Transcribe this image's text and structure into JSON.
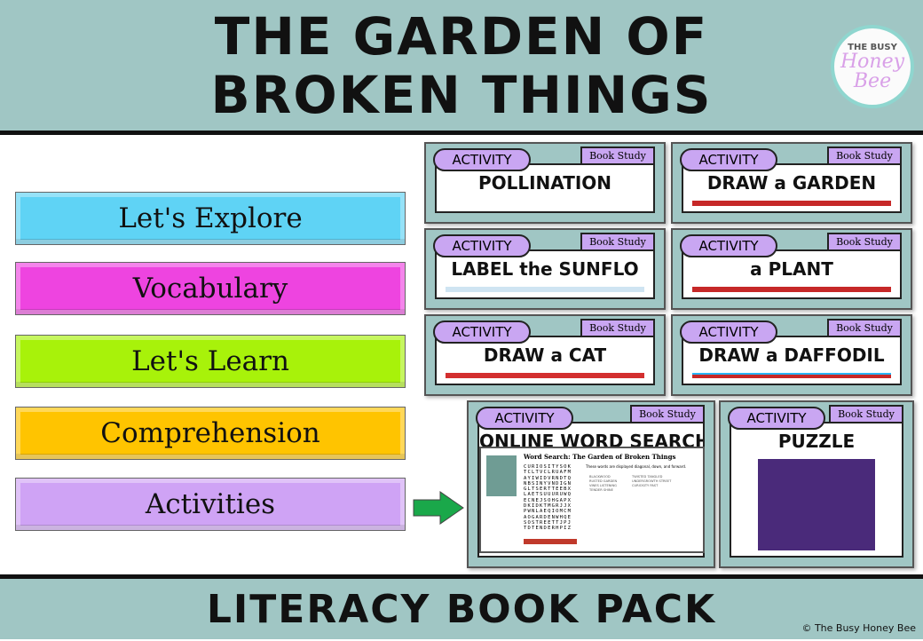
{
  "header": {
    "line1": "THE GARDEN OF",
    "line2": "BROKEN THINGS"
  },
  "menu": [
    {
      "label": "Let's Explore",
      "color": "#5fd3f5"
    },
    {
      "label": "Vocabulary",
      "color": "#ee44e0"
    },
    {
      "label": "Let's Learn",
      "color": "#a8f20a"
    },
    {
      "label": "Comprehension",
      "color": "#ffc400"
    },
    {
      "label": "Activities",
      "color": "#cfa3f5"
    }
  ],
  "arrow_color": "#1aa84a",
  "card_tag": "ACTIVITY",
  "card_badge": "Book Study",
  "cards": [
    {
      "title": "POLLINATION"
    },
    {
      "title": "LABEL the SUNFLO"
    },
    {
      "title": "DRAW a GARDEN"
    },
    {
      "title": "DRAW a CAT"
    },
    {
      "title": "a PLANT"
    },
    {
      "title": "DRAW a DAFFODIL"
    },
    {
      "title": "PUZZLE"
    },
    {
      "title": "ONLINE WORD SEARCH"
    }
  ],
  "wordsearch": {
    "title": "Word Search: The Garden of Broken Things",
    "instructions": "These words are displayed diagonal, down, and forward.",
    "grid": [
      "CURIOSITYSOK",
      "TCLTVCLRUAFM",
      "AYIWIDVRNDTQ",
      "NBSINYVNDIGN",
      "GLTSERTTEEBX",
      "LAETSUUURUWQ",
      "ECNEJSOHGAPX",
      "DKIDKTMGRJJX",
      "PWNLAEQIOMCM",
      "AOGARDENWHQE",
      "SOSTREETTJPJ",
      "TDTENDERHPIZ"
    ],
    "words_col1": "BLACKWOOD RUSTED GARDEN VINES LISTENING TENDER SHINE",
    "words_col2": "TWISTED TANGLED UNDERGROWTH STREET CURIOSITY PAST"
  },
  "logo": {
    "line1": "THE BUSY",
    "line2": "Honey Bee"
  },
  "footer": {
    "title": "LITERACY BOOK PACK",
    "copyright": "© The Busy Honey Bee"
  },
  "colors": {
    "teal": "#a0c6c4",
    "lavender": "#c9a6f2"
  }
}
